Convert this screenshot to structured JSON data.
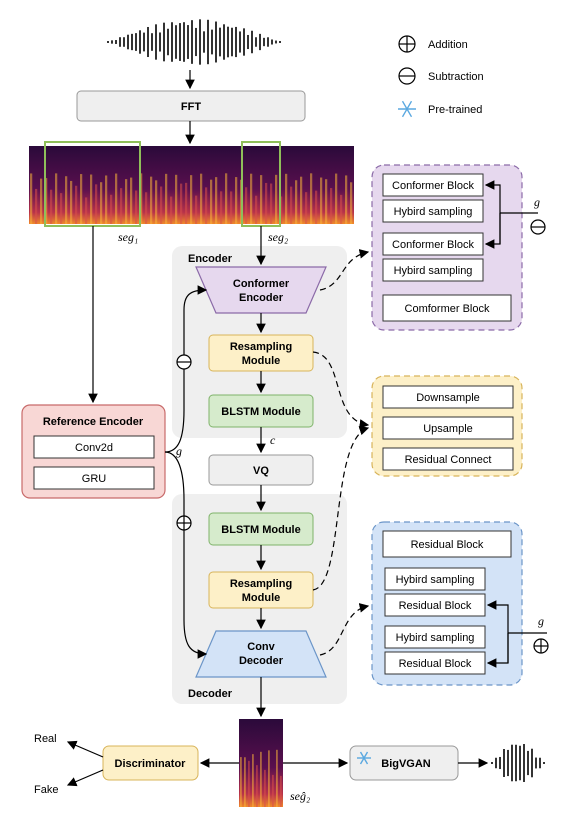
{
  "legend": {
    "addition": "Addition",
    "subtraction": "Subtraction",
    "pretrained": "Pre-trained"
  },
  "fft": "FFT",
  "seg1": "seg₁",
  "seg2": "seg₂",
  "encoder_title": "Encoder",
  "decoder_title": "Decoder",
  "conformer_encoder": [
    "Conformer",
    "Encoder"
  ],
  "resampling_module": [
    "Resampling",
    "Module"
  ],
  "blstm_module": "BLSTM Module",
  "c_label": "c",
  "vq": "VQ",
  "conv_decoder": [
    "Conv",
    "Decoder"
  ],
  "reference_encoder": {
    "title": "Reference Encoder",
    "items": [
      "Conv2d",
      "GRU"
    ]
  },
  "g_label": "g",
  "conformer_detail": {
    "items": [
      "Conformer Block",
      "Hybird sampling",
      "Conformer Block",
      "Hybird sampling",
      "Comformer Block"
    ]
  },
  "resample_detail": {
    "items": [
      "Downsample",
      "Upsample",
      "Residual Connect"
    ]
  },
  "decoder_detail": {
    "items": [
      "Residual Block",
      "Hybird sampling",
      "Residual Block",
      "Hybird sampling",
      "Residual Block"
    ]
  },
  "discriminator": "Discriminator",
  "real": "Real",
  "fake": "Fake",
  "bigvgan": "BigVGAN",
  "seg_out": "seĝ₂",
  "colors": {
    "conformer": "#e6d8ee",
    "resampling": "#fdf0c8",
    "blstm": "#d6ebcc",
    "decoder": "#d3e3f7",
    "reference": "#f8d7d5",
    "gray": "#efefef"
  }
}
